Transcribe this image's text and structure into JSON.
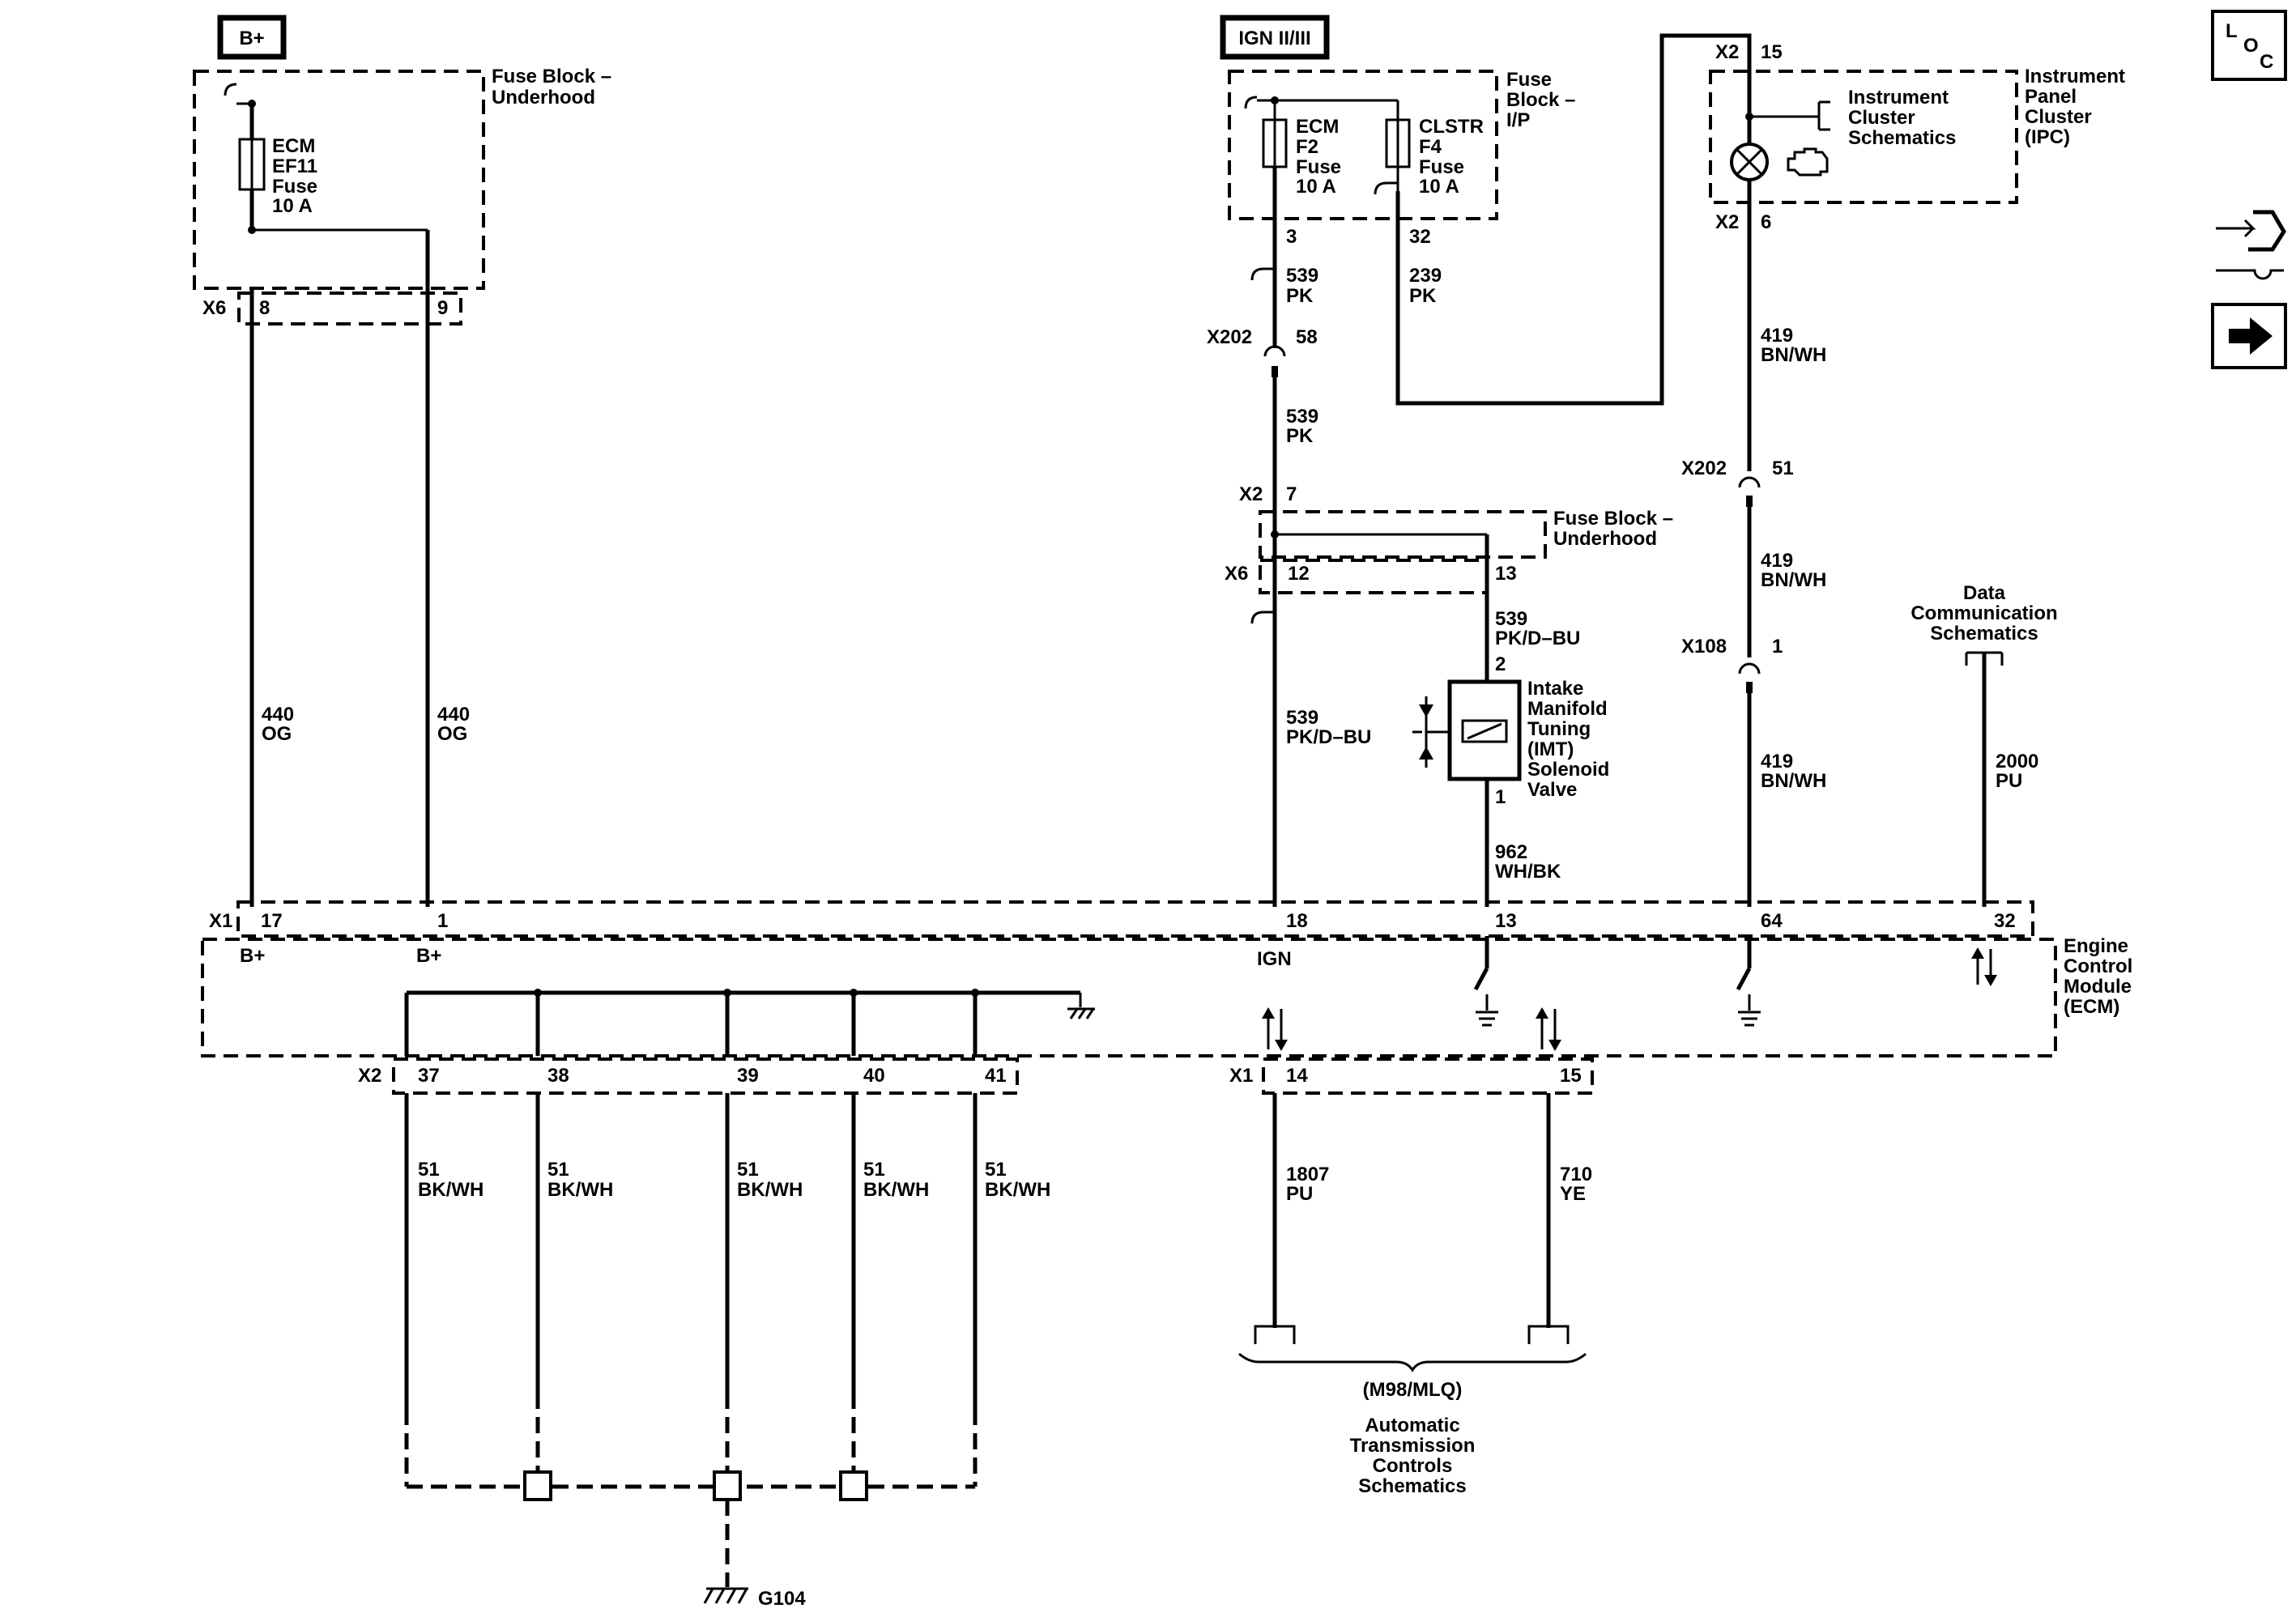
{
  "power": {
    "bplus": "B+",
    "ign": "IGN II/III"
  },
  "fuse_block_underhood": {
    "title_line1": "Fuse Block –",
    "title_line2": "Underhood",
    "fuse": [
      "ECM",
      "EF11",
      "Fuse",
      "10 A"
    ],
    "connector": "X6",
    "pins": [
      "8",
      "9"
    ]
  },
  "fuse_block_ip": {
    "title": [
      "Fuse",
      "Block –",
      "I/P"
    ],
    "fuse1": [
      "ECM",
      "F2",
      "Fuse",
      "10 A"
    ],
    "fuse2": [
      "CLSTR",
      "F4",
      "Fuse",
      "10 A"
    ],
    "pins": [
      "3",
      "32"
    ]
  },
  "ipc": {
    "connector_top": "X2",
    "pin_top": "15",
    "connector_bottom": "X2",
    "pin_bottom": "6",
    "ref": [
      "Instrument",
      "Cluster",
      "Schematics"
    ],
    "title": [
      "Instrument",
      "Panel",
      "Cluster",
      "(IPC)"
    ]
  },
  "fuse_block_underhood2": {
    "title_line1": "Fuse Block –",
    "title_line2": "Underhood",
    "conn_x2": "X2",
    "pin_x2": "7",
    "conn_x6": "X6",
    "pins": [
      "12",
      "13"
    ]
  },
  "connectors": {
    "x202_a": {
      "name": "X202",
      "pin": "58"
    },
    "x202_b": {
      "name": "X202",
      "pin": "51"
    },
    "x108": {
      "name": "X108",
      "pin": "1"
    }
  },
  "wires": {
    "w440a": [
      "440",
      "OG"
    ],
    "w440b": [
      "440",
      "OG"
    ],
    "w539a": [
      "539",
      "PK"
    ],
    "w239": [
      "239",
      "PK"
    ],
    "w539b": [
      "539",
      "PK"
    ],
    "w539c": [
      "539",
      "PK/D–BU"
    ],
    "w539d": [
      "539",
      "PK/D–BU"
    ],
    "w962": [
      "962",
      "WH/BK"
    ],
    "w419a": [
      "419",
      "BN/WH"
    ],
    "w419b": [
      "419",
      "BN/WH"
    ],
    "w419c": [
      "419",
      "BN/WH"
    ],
    "w2000": [
      "2000",
      "PU"
    ],
    "w51": [
      "51",
      "BK/WH"
    ],
    "w1807": [
      "1807",
      "PU"
    ],
    "w710": [
      "710",
      "YE"
    ]
  },
  "imt": {
    "pin_top": "2",
    "pin_bottom": "1",
    "label": [
      "Intake",
      "Manifold",
      "Tuning",
      "(IMT)",
      "Solenoid",
      "Valve"
    ]
  },
  "data_comm": [
    "Data",
    "Communication",
    "Schematics"
  ],
  "ecm": {
    "title": [
      "Engine",
      "Control",
      "Module",
      "(ECM)"
    ],
    "x1_top": "X1",
    "top_pins": [
      "17",
      "1",
      "18",
      "13",
      "64",
      "32"
    ],
    "bplus1": "B+",
    "bplus2": "B+",
    "ign": "IGN",
    "x2_bottom": "X2",
    "x2_pins": [
      "37",
      "38",
      "39",
      "40",
      "41"
    ],
    "x1_bottom": "X1",
    "x1_pins": [
      "14",
      "15"
    ]
  },
  "trans": {
    "option": "(M98/MLQ)",
    "label": [
      "Automatic",
      "Transmission",
      "Controls",
      "Schematics"
    ]
  },
  "ground": "G104",
  "side_icons": {
    "loc": [
      "L",
      "O",
      "C"
    ]
  }
}
